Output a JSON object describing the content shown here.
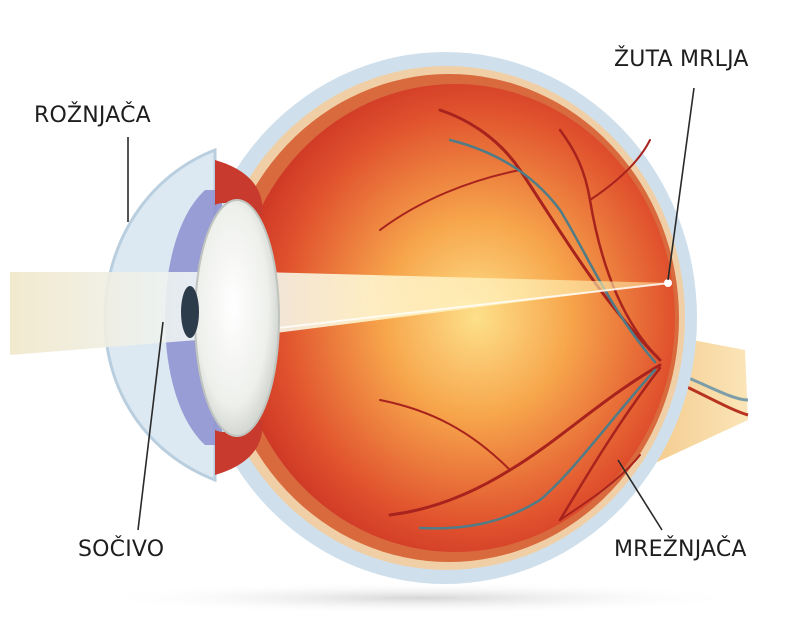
{
  "labels": {
    "cornea": "ROŽNJAČA",
    "lens": "SOČIVO",
    "macula": "ŽUTA MRLJA",
    "retina": "MREŽNJAČA"
  }
}
